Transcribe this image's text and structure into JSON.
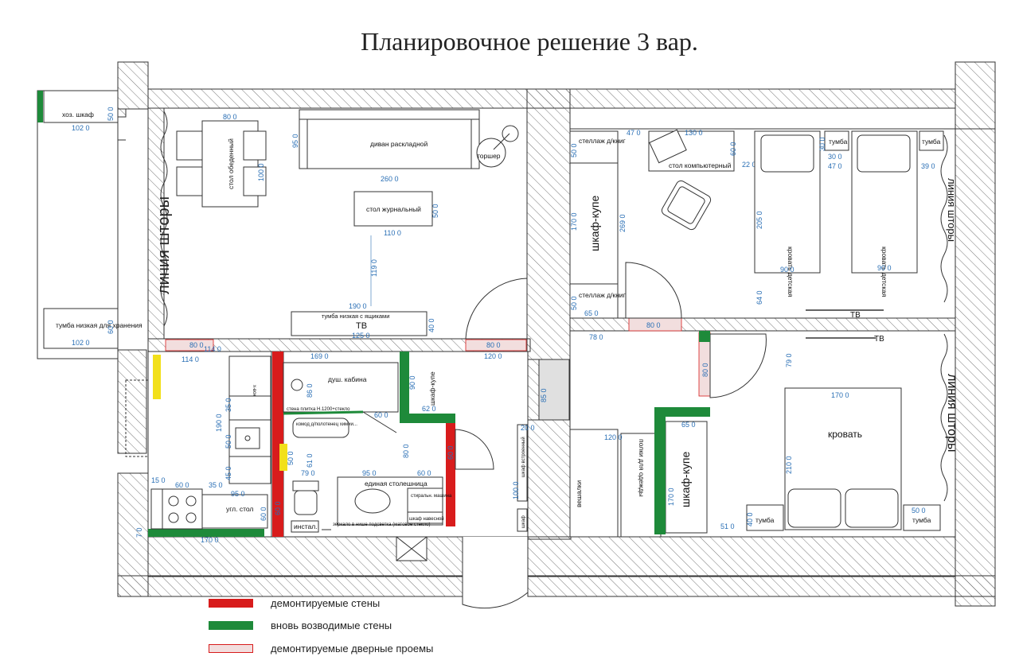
{
  "title": "Планировочное решение 3 вар.",
  "colors": {
    "demolished_wall": "#d81c1c",
    "new_wall": "#1e8a3a",
    "demolished_door": "#f2dede",
    "dimension": "#2a6fb5",
    "hatch": "#555555",
    "accent_yellow": "#f2e01a"
  },
  "legend": {
    "demolished_walls": "демонтируемые стены",
    "new_walls": "вновь возводимые стены",
    "demolished_doors": "демонтируемые дверные проемы"
  },
  "labels": {
    "hoz_shkaf": "хоз. шкаф",
    "tumba_nizkaya_hraneniya": "тумба низкая\nдля хранения",
    "liniya_shtory": "линия шторы",
    "stol_obedenny": "стол обеденный",
    "divan": "диван раскладной",
    "torsher": "торшер",
    "stol_zhurnalny": "стол журнальный",
    "tumba_nizkaya_yashchiki": "тумба низкая с ящиками",
    "tv": "ТВ",
    "stellazh_1": "стеллаж\nд/книг",
    "stellazh_2": "стеллаж\nд/книг",
    "shkaf_kupe": "шкаф-купе",
    "stol_kompyuterny": "стол компьютерный",
    "tumba": "тумба",
    "krovat_detskaya": "кровать детская",
    "dush_kabina": "душ. кабина",
    "stena_plitka": "стена плитка Н.1200+стекло",
    "komod": "комод д/полотенец\nхимии...",
    "x_vok": "х-вок",
    "shkaf_kupe_small": "шкаф-купе",
    "edinaya_stoleshnitsa": "единая столешница",
    "stiraln_mashina": "стиральн.\nмашина",
    "shkaf_navesnoy": "шкаф навесной",
    "instal": "инстал.",
    "zerkalo": "зеркало в нише\nподсветка (матовое стекло)",
    "ugl_stol": "угл. стол",
    "shkaf_vstr": "шкаф встроенный",
    "veshalki": "вешалки",
    "polki_odezhda": "полки для одежды",
    "krovat": "кровать",
    "shkaf": "шкаф"
  },
  "dimensions": {
    "d50_a": "50 0",
    "d102_a": "102 0",
    "d80_a": "80 0",
    "d95_a": "95 0",
    "d100_a": "100 0",
    "d260": "260 0",
    "d50_b": "50 0",
    "d110": "110 0",
    "d119": "119 0",
    "d190": "190 0",
    "d40_a": "40 0",
    "d125": "125 0",
    "d60_a": "60 0",
    "d102_b": "102 0",
    "d80_b": "80 0",
    "d80_c": "80 0",
    "d47_a": "47 0",
    "d130": "130 0",
    "d60_b": "60 0",
    "d22": "22 0",
    "d30_a": "30 0",
    "d30_b": "30 0",
    "d47_b": "47 0",
    "d39": "39 0",
    "d170_a": "170 0",
    "d269": "269 0",
    "d205": "205 0",
    "d90_a": "90 0",
    "d90_b": "90 0",
    "d64": "64 0",
    "d50_c": "50 0",
    "d65_a": "65 0",
    "d80_d": "80 0",
    "d114": "114 0",
    "d169": "169 0",
    "d120_a": "120 0",
    "d86": "86 0",
    "d90_c": "90 0",
    "d60_c": "60 0",
    "d62": "62 0",
    "d85": "85 0",
    "d80_e": "80 0",
    "d60_d": "60 0",
    "d20": "20 0",
    "d100_b": "100 0",
    "d190_b": "190 0",
    "d35_a": "35 0",
    "d50_d": "50 0",
    "d45": "45 0",
    "d15": "15 0",
    "d60_e": "60 0",
    "d35_b": "35 0",
    "d95_b": "95 0",
    "d60_f": "60 0",
    "d95_c": "95 0",
    "d60_g": "60 0",
    "d79_a": "79 0",
    "d61": "61 0",
    "d50_e": "50 0",
    "d60_h": "60 0",
    "d80_f": "80 0",
    "d170_b": "170 0",
    "d7": "7 0",
    "d78": "78 0",
    "d80_g": "80 0",
    "d79_b": "79 0",
    "d170_c": "170 0",
    "d65_b": "65 0",
    "d120_b": "120 0",
    "d170_d": "170 0",
    "d210": "210 0",
    "d51": "51 0",
    "d40_b": "40 0",
    "d50_f": "50 0"
  }
}
